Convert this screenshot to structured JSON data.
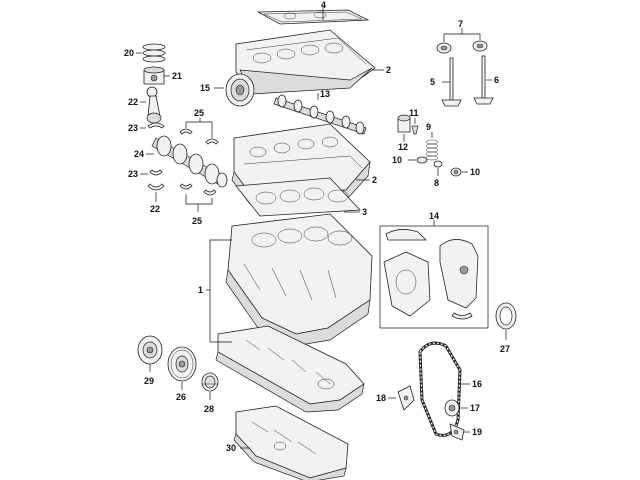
{
  "callouts": {
    "c1": "1",
    "c2a": "2",
    "c2b": "2",
    "c3": "3",
    "c4": "4",
    "c5": "5",
    "c6": "6",
    "c7": "7",
    "c8": "8",
    "c9": "9",
    "c10a": "10",
    "c10b": "10",
    "c11": "11",
    "c12": "12",
    "c13": "13",
    "c14": "14",
    "c15": "15",
    "c16": "16",
    "c17": "17",
    "c18": "18",
    "c19": "19",
    "c20": "20",
    "c21": "21",
    "c22a": "22",
    "c22b": "22",
    "c23a": "23",
    "c23b": "23",
    "c24": "24",
    "c25a": "25",
    "c25b": "25",
    "c26": "26",
    "c27": "27",
    "c28": "28",
    "c29": "29",
    "c30": "30"
  }
}
